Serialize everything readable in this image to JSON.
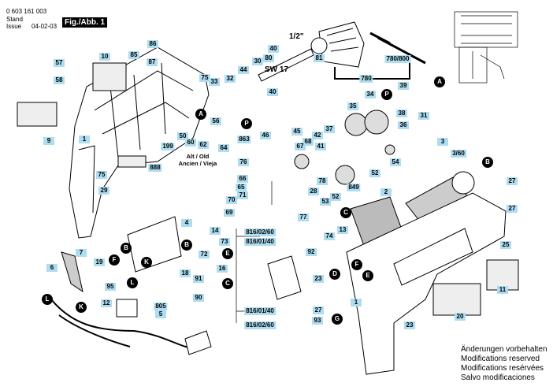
{
  "header": {
    "doc_number": "0 603 161 003",
    "stand_label": "Stand",
    "issue_label": "Issue",
    "date": "04-02-03",
    "figure_title": "Fig./Abb. 1"
  },
  "misc": {
    "size_label": "1/2\"",
    "sw_label": "SW 17",
    "old_label_line1": "Alt / Old",
    "old_label_line2": "Ancien / Vieja"
  },
  "notes": {
    "line1": "Änderungen vorbehalten",
    "line2": "Modifications reserved",
    "line3": "Modifications resérvées",
    "line4": "Salvo modificaciones"
  },
  "part_labels": [
    "86",
    "10",
    "57",
    "85",
    "58",
    "87",
    "75",
    "33",
    "40",
    "32",
    "44",
    "30",
    "80",
    "81",
    "780/800",
    "780",
    "40",
    "39",
    "34",
    "35",
    "38",
    "36",
    "37",
    "31",
    "45",
    "46",
    "68",
    "67",
    "42",
    "41",
    "56",
    "62",
    "64",
    "863",
    "50",
    "60",
    "199",
    "888",
    "9",
    "1",
    "75",
    "29",
    "76",
    "66",
    "65",
    "71",
    "70",
    "69",
    "78",
    "28",
    "52",
    "849",
    "53",
    "52",
    "54",
    "3",
    "3/60",
    "27",
    "27",
    "25",
    "2",
    "4",
    "14",
    "73",
    "72",
    "74",
    "13",
    "816/02/60",
    "816/01/40",
    "92",
    "16",
    "23",
    "816/01/40",
    "816/02/60",
    "93",
    "27",
    "23",
    "11",
    "20",
    "1",
    "7",
    "19",
    "6",
    "95",
    "12",
    "18",
    "91",
    "90",
    "805",
    "5",
    "77"
  ],
  "reference_markers": [
    "A",
    "A",
    "B",
    "B",
    "B",
    "C",
    "C",
    "D",
    "E",
    "E",
    "F",
    "F",
    "G",
    "K",
    "K",
    "L",
    "L",
    "P",
    "P"
  ]
}
